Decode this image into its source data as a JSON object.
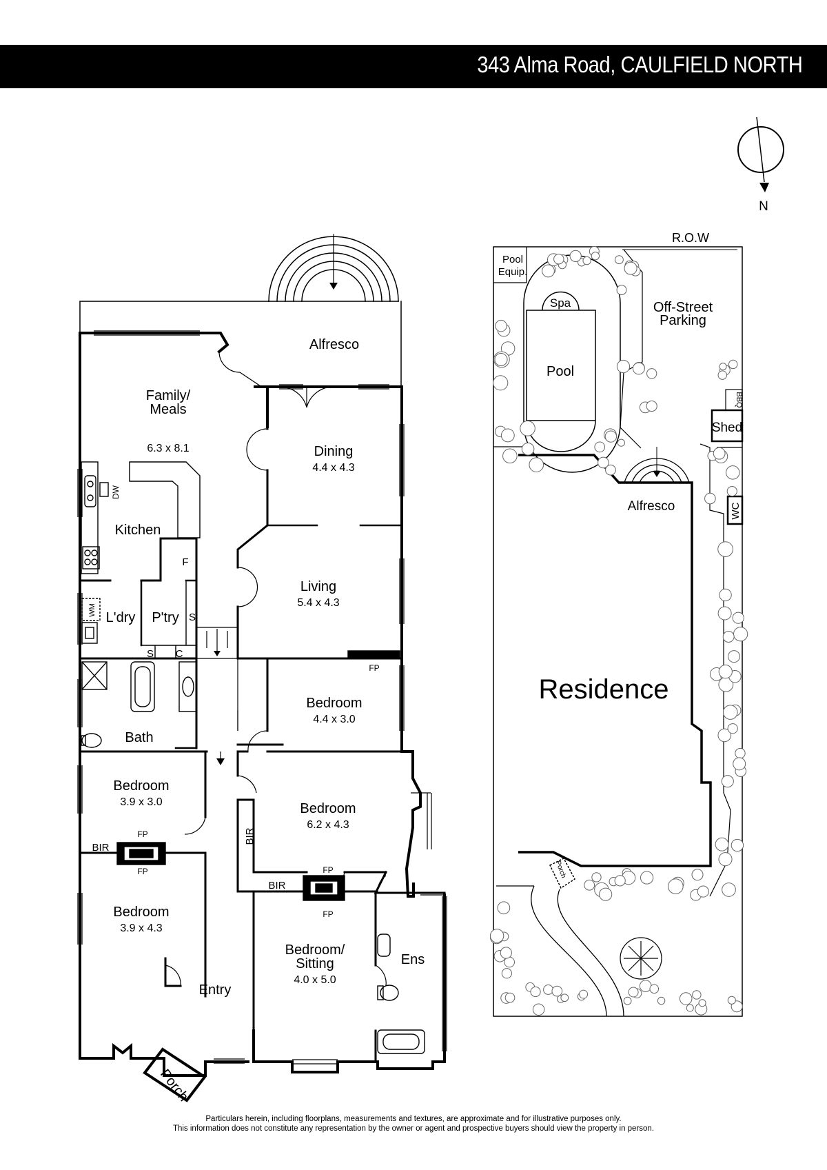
{
  "header": {
    "address": "343 Alma Road, CAULFIELD NORTH"
  },
  "compass": {
    "label": "N"
  },
  "floorplan": {
    "rooms": [
      {
        "id": "alfresco",
        "name": "Alfresco"
      },
      {
        "id": "family",
        "name": "Family/",
        "name2": "Meals",
        "size": "6.3 x 8.1"
      },
      {
        "id": "dining",
        "name": "Dining",
        "size": "4.4 x 4.3"
      },
      {
        "id": "kitchen",
        "name": "Kitchen"
      },
      {
        "id": "living",
        "name": "Living",
        "size": "5.4 x 4.3"
      },
      {
        "id": "laundry",
        "name": "L'dry"
      },
      {
        "id": "pantry",
        "name": "P'try"
      },
      {
        "id": "bath",
        "name": "Bath"
      },
      {
        "id": "bedroom-1",
        "name": "Bedroom",
        "size": "4.4 x 3.0"
      },
      {
        "id": "bedroom-2",
        "name": "Bedroom",
        "size": "3.9 x 3.0"
      },
      {
        "id": "bedroom-3",
        "name": "Bedroom",
        "size": "6.2 x 4.3"
      },
      {
        "id": "bedroom-4",
        "name": "Bedroom",
        "size": "3.9 x 4.3"
      },
      {
        "id": "bedroom-sitting",
        "name": "Bedroom/",
        "name2": "Sitting",
        "size": "4.0 x 5.0"
      },
      {
        "id": "ensuite",
        "name": "Ens"
      },
      {
        "id": "entry",
        "name": "Entry"
      },
      {
        "id": "porch",
        "name": "Porch"
      }
    ],
    "fixtures": {
      "dw": "DW",
      "f": "F",
      "s": "S",
      "c": "C",
      "wm": "WM",
      "fp": "FP",
      "bir": "BIR"
    }
  },
  "siteplan": {
    "labels": {
      "row": "R.O.W",
      "pool_equip_1": "Pool",
      "pool_equip_2": "Equip.",
      "spa": "Spa",
      "pool": "Pool",
      "parking_1": "Off-Street",
      "parking_2": "Parking",
      "bbq": "BBQ",
      "shed": "Shed",
      "alfresco": "Alfresco",
      "wc": "WC",
      "residence": "Residence",
      "porch": "Porch"
    }
  },
  "footer": {
    "line1": "Particulars herein, including floorplans, measurements and textures, are approximate and for illustrative purposes only.",
    "line2": "This information does not constitute any representation by the owner or agent and prospective buyers should view the property in person."
  }
}
